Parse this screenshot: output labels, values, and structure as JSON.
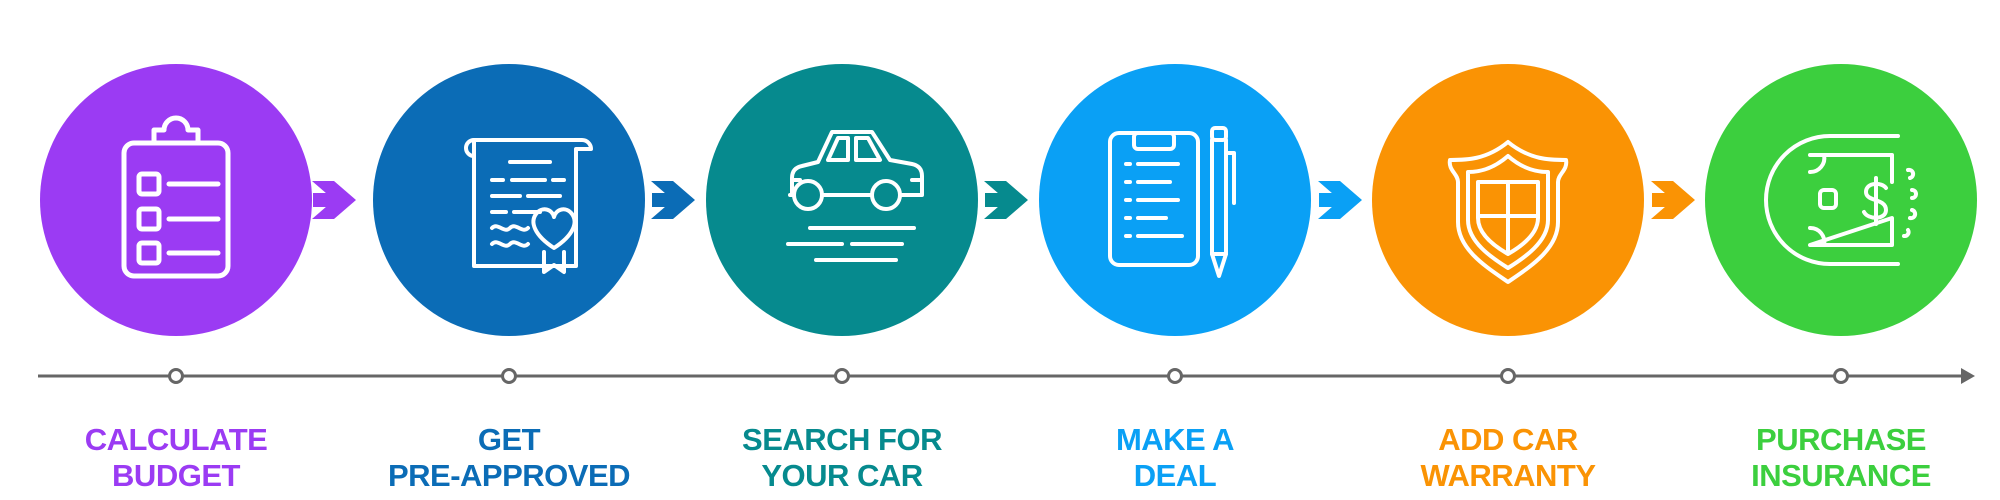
{
  "steps": [
    {
      "line1": "CALCULATE",
      "line2": "BUDGET",
      "color": "#9b3bf3",
      "icon": "clipboard-checklist-icon"
    },
    {
      "line1": "GET",
      "line2": "PRE-APPROVED",
      "color": "#0b6cb6",
      "icon": "certificate-heart-icon"
    },
    {
      "line1": "SEARCH FOR",
      "line2": "YOUR CAR",
      "color": "#068a8e",
      "icon": "car-icon"
    },
    {
      "line1": "MAKE A",
      "line2": "DEAL",
      "color": "#0aa0f5",
      "icon": "clipboard-pen-icon"
    },
    {
      "line1": "ADD CAR",
      "line2": "WARRANTY",
      "color": "#fa9304",
      "icon": "shield-icon"
    },
    {
      "line1": "PURCHASE",
      "line2": "INSURANCE",
      "color": "#3ccf3e",
      "icon": "money-icon"
    }
  ],
  "timeline_color": "#666666"
}
